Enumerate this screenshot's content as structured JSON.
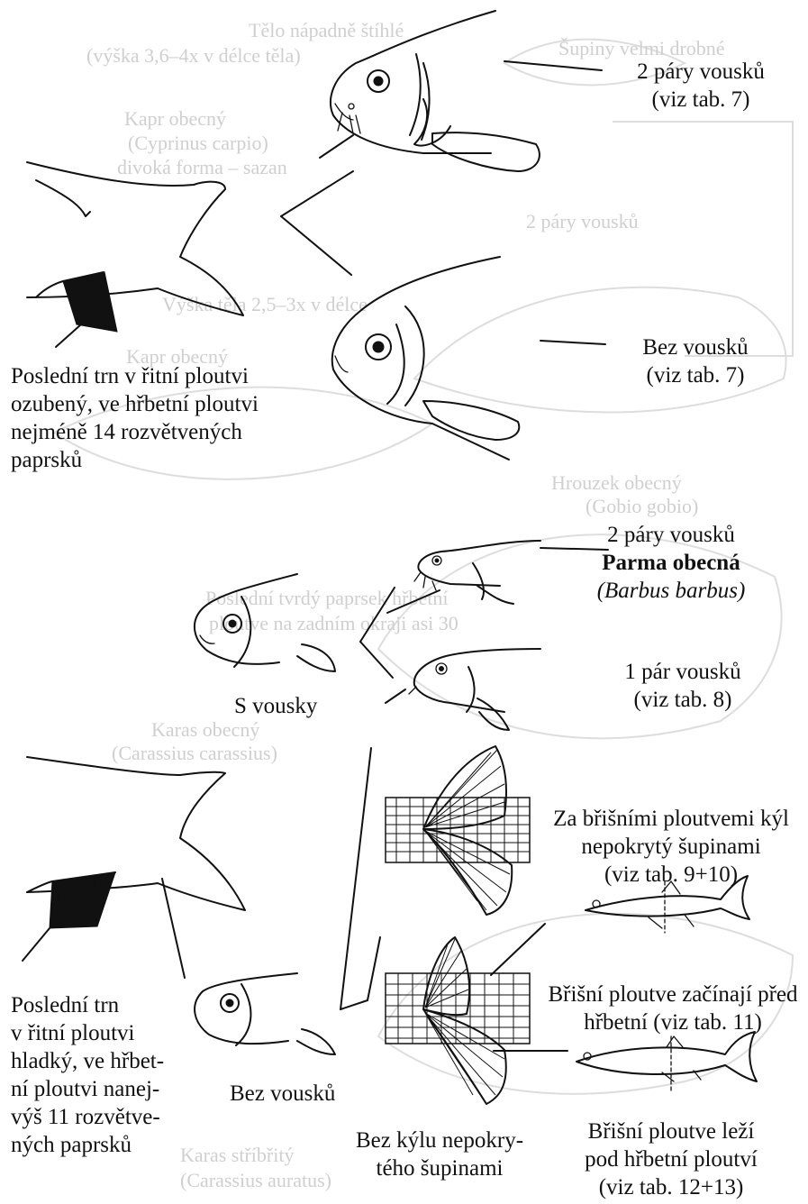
{
  "labels": {
    "two_pairs_top": "2 páry vousků",
    "two_pairs_top_ref": "(viz tab. 7)",
    "no_barbels": "Bez vousků",
    "no_barbels_ref": "(viz tab. 7)",
    "anal_toothed": [
      "Poslední trn v řitní ploutvi",
      "ozubený, ve hřbetní ploutvi",
      "nejméně 14 rozvětvených",
      "paprsků"
    ],
    "barbus_pairs": "2 páry vousků",
    "barbus_name": "Parma obecná",
    "barbus_latin": "(Barbus barbus)",
    "one_pair": "1 pár vousků",
    "one_pair_ref": "(viz tab. 8)",
    "with_barbels": "S vousky",
    "keel": [
      "Za břišními ploutvemi kýl",
      "nepokrytý šupinami",
      "(viz tab. 9+10)"
    ],
    "anal_smooth": [
      "Poslední trn",
      "v řitní ploutvi",
      "hladký, ve hřbet-",
      "ní ploutvi nanej-",
      "výš 11 rozvětve-",
      "ných paprsků"
    ],
    "no_barbels_2": "Bez vousků",
    "ventral_before": [
      "Břišní ploutve začínají před",
      "hřbetní (viz tab. 11)"
    ],
    "no_keel": [
      "Bez kýlu nepokry-",
      "tého šupinami"
    ],
    "ventral_under": [
      "Břišní ploutve leží",
      "pod hřbetní ploutví",
      "(viz tab. 12+13)"
    ]
  },
  "background_bleed": [
    "Tělo nápadně štíhlé",
    "(výška 3,6–4x v délce těla)",
    "Kapr obecný",
    "(Cyprinus carpio)",
    "divoká forma – sazan",
    "Výška těla 2,5–3x v délce",
    "Kapr obecný",
    "2 páry vousků",
    "Poslední tvrdý paprsek hřbetní",
    "ploutve na zadním okraji asi 30",
    "Karas obecný",
    "(Carassius carassius)",
    "Karas stříbřitý",
    "(Carassius auratus)",
    "Hrouzek obecný",
    "(Gobio gobio)",
    "Šupiny velmi drobné"
  ]
}
